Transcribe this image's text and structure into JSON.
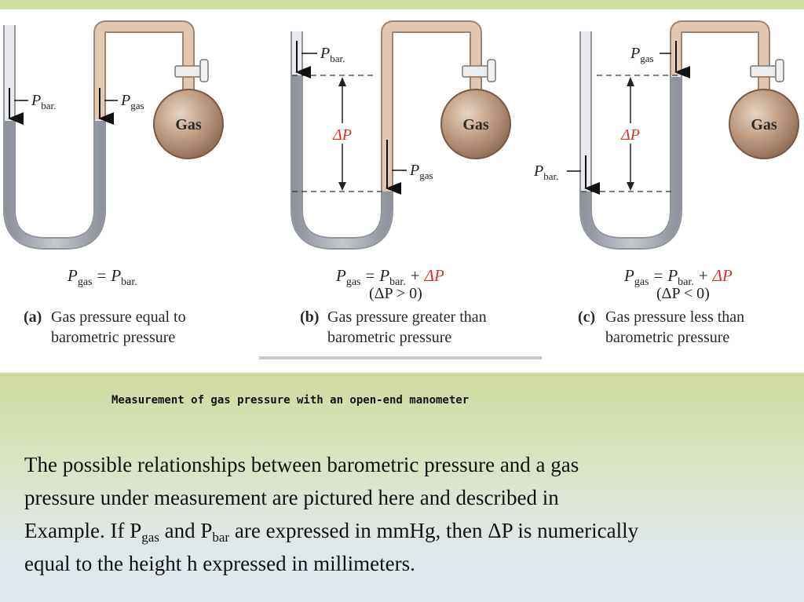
{
  "panels": [
    {
      "id": "a",
      "gas_label": "Gas",
      "pbar_symbol": "P",
      "pbar_sub": "bar.",
      "pgas_symbol": "P",
      "pgas_sub": "gas",
      "eq_lhs_p": "P",
      "eq_lhs_sub": "gas",
      "eq_op": "=",
      "eq_rhs_p": "P",
      "eq_rhs_sub": "bar.",
      "tag": "(a)",
      "desc_line1": "Gas pressure equal to",
      "desc_line2": "barometric pressure"
    },
    {
      "id": "b",
      "gas_label": "Gas",
      "pbar_symbol": "P",
      "pbar_sub": "bar.",
      "pgas_symbol": "P",
      "pgas_sub": "gas",
      "delta_label": "ΔP",
      "eq_lhs_p": "P",
      "eq_lhs_sub": "gas",
      "eq_op": "=",
      "eq_rhs_p": "P",
      "eq_rhs_sub": "bar.",
      "eq_plus": "+",
      "eq_delta": "ΔP",
      "eq_condition": "(ΔP > 0)",
      "tag": "(b)",
      "desc_line1": "Gas pressure greater than",
      "desc_line2": "barometric pressure"
    },
    {
      "id": "c",
      "gas_label": "Gas",
      "pbar_symbol": "P",
      "pbar_sub": "bar.",
      "pgas_symbol": "P",
      "pgas_sub": "gas",
      "delta_label": "ΔP",
      "eq_lhs_p": "P",
      "eq_lhs_sub": "gas",
      "eq_op": "=",
      "eq_rhs_p": "P",
      "eq_rhs_sub": "bar.",
      "eq_plus": "+",
      "eq_delta": "ΔP",
      "eq_condition": "(ΔP < 0)",
      "tag": "(c)",
      "desc_line1": "Gas pressure less than",
      "desc_line2": "barometric pressure"
    }
  ],
  "caption": "Measurement of gas pressure with an open-end manometer",
  "paragraph": {
    "line1": "The possible relationships between barometric pressure and a gas",
    "line2": "pressure under measurement are pictured here and described in",
    "line3_a": "Example. If P",
    "line3_sub1": "gas",
    "line3_b": " and P",
    "line3_sub2": "bar",
    "line3_c": " are expressed in mmHg, then ΔP is numerically",
    "line4": "equal to the height h expressed in millimeters."
  },
  "colors": {
    "top_bar": "#cfdda6",
    "tube_glass": "#c9ccd3",
    "mercury": "#a2a7b0",
    "gas_tube": "#e2c8b3",
    "gas_bulb": "#b08a6f",
    "delta_red": "#d8342a"
  }
}
